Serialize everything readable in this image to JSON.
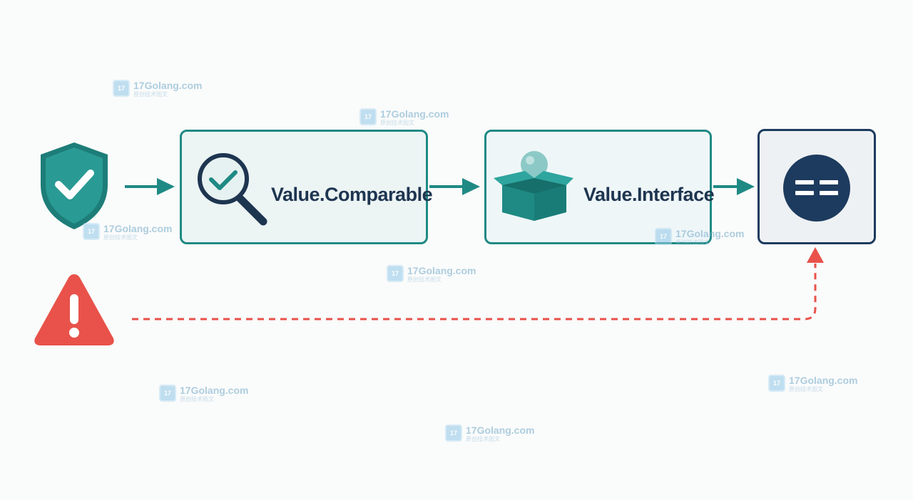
{
  "diagram": {
    "nodes": [
      {
        "id": "shield",
        "icon": "shield-check-icon"
      },
      {
        "id": "comparable",
        "label": "Value.Comparable",
        "icon": "magnifier-check-icon"
      },
      {
        "id": "interface",
        "label": "Value.Interface",
        "icon": "open-box-icon"
      },
      {
        "id": "equals",
        "icon": "equals-icon"
      },
      {
        "id": "warning",
        "icon": "warning-triangle-icon"
      }
    ],
    "edges": [
      {
        "from": "shield",
        "to": "comparable",
        "style": "solid"
      },
      {
        "from": "comparable",
        "to": "interface",
        "style": "solid"
      },
      {
        "from": "interface",
        "to": "equals",
        "style": "solid"
      },
      {
        "from": "warning",
        "to": "equals",
        "style": "dashed"
      }
    ]
  },
  "colors": {
    "teal": "#1f8a84",
    "navy": "#1d3b5e",
    "warning_red": "#e8524a",
    "background": "#fafbfb"
  },
  "watermark": {
    "text": "17Golang.com",
    "subtext": "原创技术图文"
  }
}
